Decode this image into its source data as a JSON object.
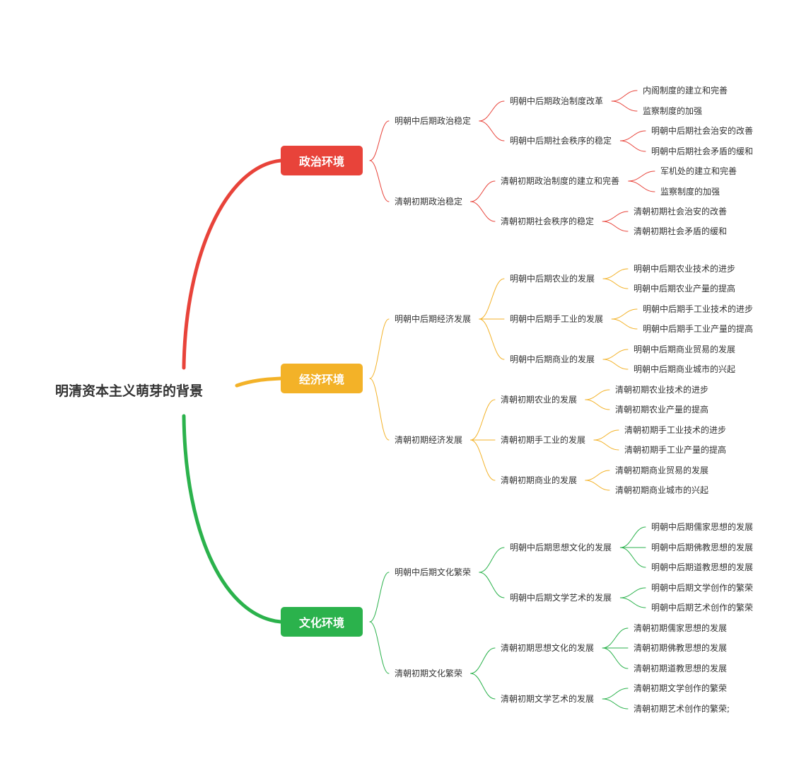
{
  "root": {
    "label": "明清资本主义萌芽的背景"
  },
  "branches": [
    {
      "label": "政治环境",
      "color": "#E8433A",
      "children": [
        {
          "label": "明朝中后期政治稳定",
          "children": [
            {
              "label": "明朝中后期政治制度改革",
              "children": [
                "内阁制度的建立和完善",
                "监察制度的加强"
              ]
            },
            {
              "label": "明朝中后期社会秩序的稳定",
              "children": [
                "明朝中后期社会治安的改善",
                "明朝中后期社会矛盾的缓和"
              ]
            }
          ]
        },
        {
          "label": "清朝初期政治稳定",
          "children": [
            {
              "label": "清朝初期政治制度的建立和完善",
              "children": [
                "军机处的建立和完善",
                "监察制度的加强"
              ]
            },
            {
              "label": "清朝初期社会秩序的稳定",
              "children": [
                "清朝初期社会治安的改善",
                "清朝初期社会矛盾的缓和"
              ]
            }
          ]
        }
      ]
    },
    {
      "label": "经济环境",
      "color": "#F3B228",
      "children": [
        {
          "label": "明朝中后期经济发展",
          "children": [
            {
              "label": "明朝中后期农业的发展",
              "children": [
                "明朝中后期农业技术的进步",
                "明朝中后期农业产量的提高"
              ]
            },
            {
              "label": "明朝中后期手工业的发展",
              "children": [
                "明朝中后期手工业技术的进步",
                "明朝中后期手工业产量的提高"
              ]
            },
            {
              "label": "明朝中后期商业的发展",
              "children": [
                "明朝中后期商业贸易的发展",
                "明朝中后期商业城市的兴起"
              ]
            }
          ]
        },
        {
          "label": "清朝初期经济发展",
          "children": [
            {
              "label": "清朝初期农业的发展",
              "children": [
                "清朝初期农业技术的进步",
                "清朝初期农业产量的提高"
              ]
            },
            {
              "label": "清朝初期手工业的发展",
              "children": [
                "清朝初期手工业技术的进步",
                "清朝初期手工业产量的提高"
              ]
            },
            {
              "label": "清朝初期商业的发展",
              "children": [
                "清朝初期商业贸易的发展",
                "清朝初期商业城市的兴起"
              ]
            }
          ]
        }
      ]
    },
    {
      "label": "文化环境",
      "color": "#2BB24C",
      "children": [
        {
          "label": "明朝中后期文化繁荣",
          "children": [
            {
              "label": "明朝中后期思想文化的发展",
              "children": [
                "明朝中后期儒家思想的发展",
                "明朝中后期佛教思想的发展",
                "明朝中后期道教思想的发展"
              ]
            },
            {
              "label": "明朝中后期文学艺术的发展",
              "children": [
                "明朝中后期文学创作的繁荣",
                "明朝中后期艺术创作的繁荣"
              ]
            }
          ]
        },
        {
          "label": "清朝初期文化繁荣",
          "children": [
            {
              "label": "清朝初期思想文化的发展",
              "children": [
                "清朝初期儒家思想的发展",
                "清朝初期佛教思想的发展",
                "清朝初期道教思想的发展"
              ]
            },
            {
              "label": "清朝初期文学艺术的发展",
              "children": [
                "清朝初期文学创作的繁荣",
                "清朝初期艺术创作的繁荣;"
              ]
            }
          ]
        }
      ]
    }
  ]
}
